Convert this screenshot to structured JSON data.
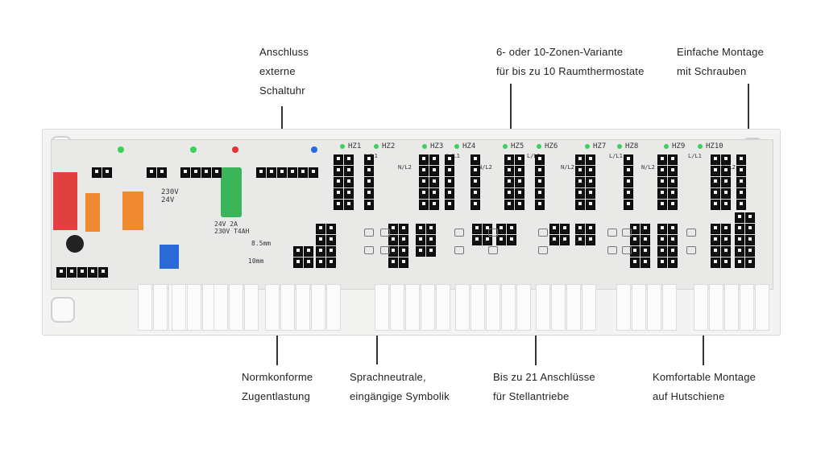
{
  "callouts": {
    "anschluss": {
      "lines": [
        "Anschluss",
        "externe",
        "Schaltuhr"
      ]
    },
    "zonen": {
      "lines": [
        "6- oder 10-Zonen-Variante",
        "für bis zu 10 Raumthermostate"
      ]
    },
    "montage": {
      "lines": [
        "Einfache Montage",
        "mit Schrauben"
      ]
    },
    "zugentlastung": {
      "lines": [
        "Normkonforme",
        "Zugentlastung"
      ]
    },
    "symbolik": {
      "lines": [
        "Sprachneutrale,",
        "eingängige Symbolik"
      ]
    },
    "stellantriebe": {
      "lines": [
        "Bis zu 21 Anschlüsse",
        "für Stellantriebe"
      ]
    },
    "hutschiene": {
      "lines": [
        "Komfortable Montage",
        "auf Hutschiene"
      ]
    }
  },
  "board": {
    "zone_labels": [
      "HZ1",
      "HZ2",
      "HZ3",
      "HZ4",
      "HZ5",
      "HZ6",
      "HZ7",
      "HZ8",
      "HZ9",
      "HZ10"
    ],
    "terminal_labels": [
      "L/L1",
      "N/L2",
      "L/L1",
      "N/L2",
      "L/L1",
      "N/L2",
      "L/L1",
      "N/L2",
      "L/L1",
      "N/L2"
    ],
    "voltage_labels": [
      "230V",
      "24V"
    ],
    "fuse_label": "24V 2A 230V T4AH",
    "dim_labels": [
      "8.5mm",
      "10mm"
    ],
    "colors": {
      "green_led": "#3bd15a",
      "red_led": "#e83030",
      "blue_led": "#2a6ae0",
      "relay_red": "#e04040",
      "relay_orange": "#f08a30",
      "fuse_green": "#3ab55a",
      "dip_blue": "#2a6ad8"
    }
  }
}
